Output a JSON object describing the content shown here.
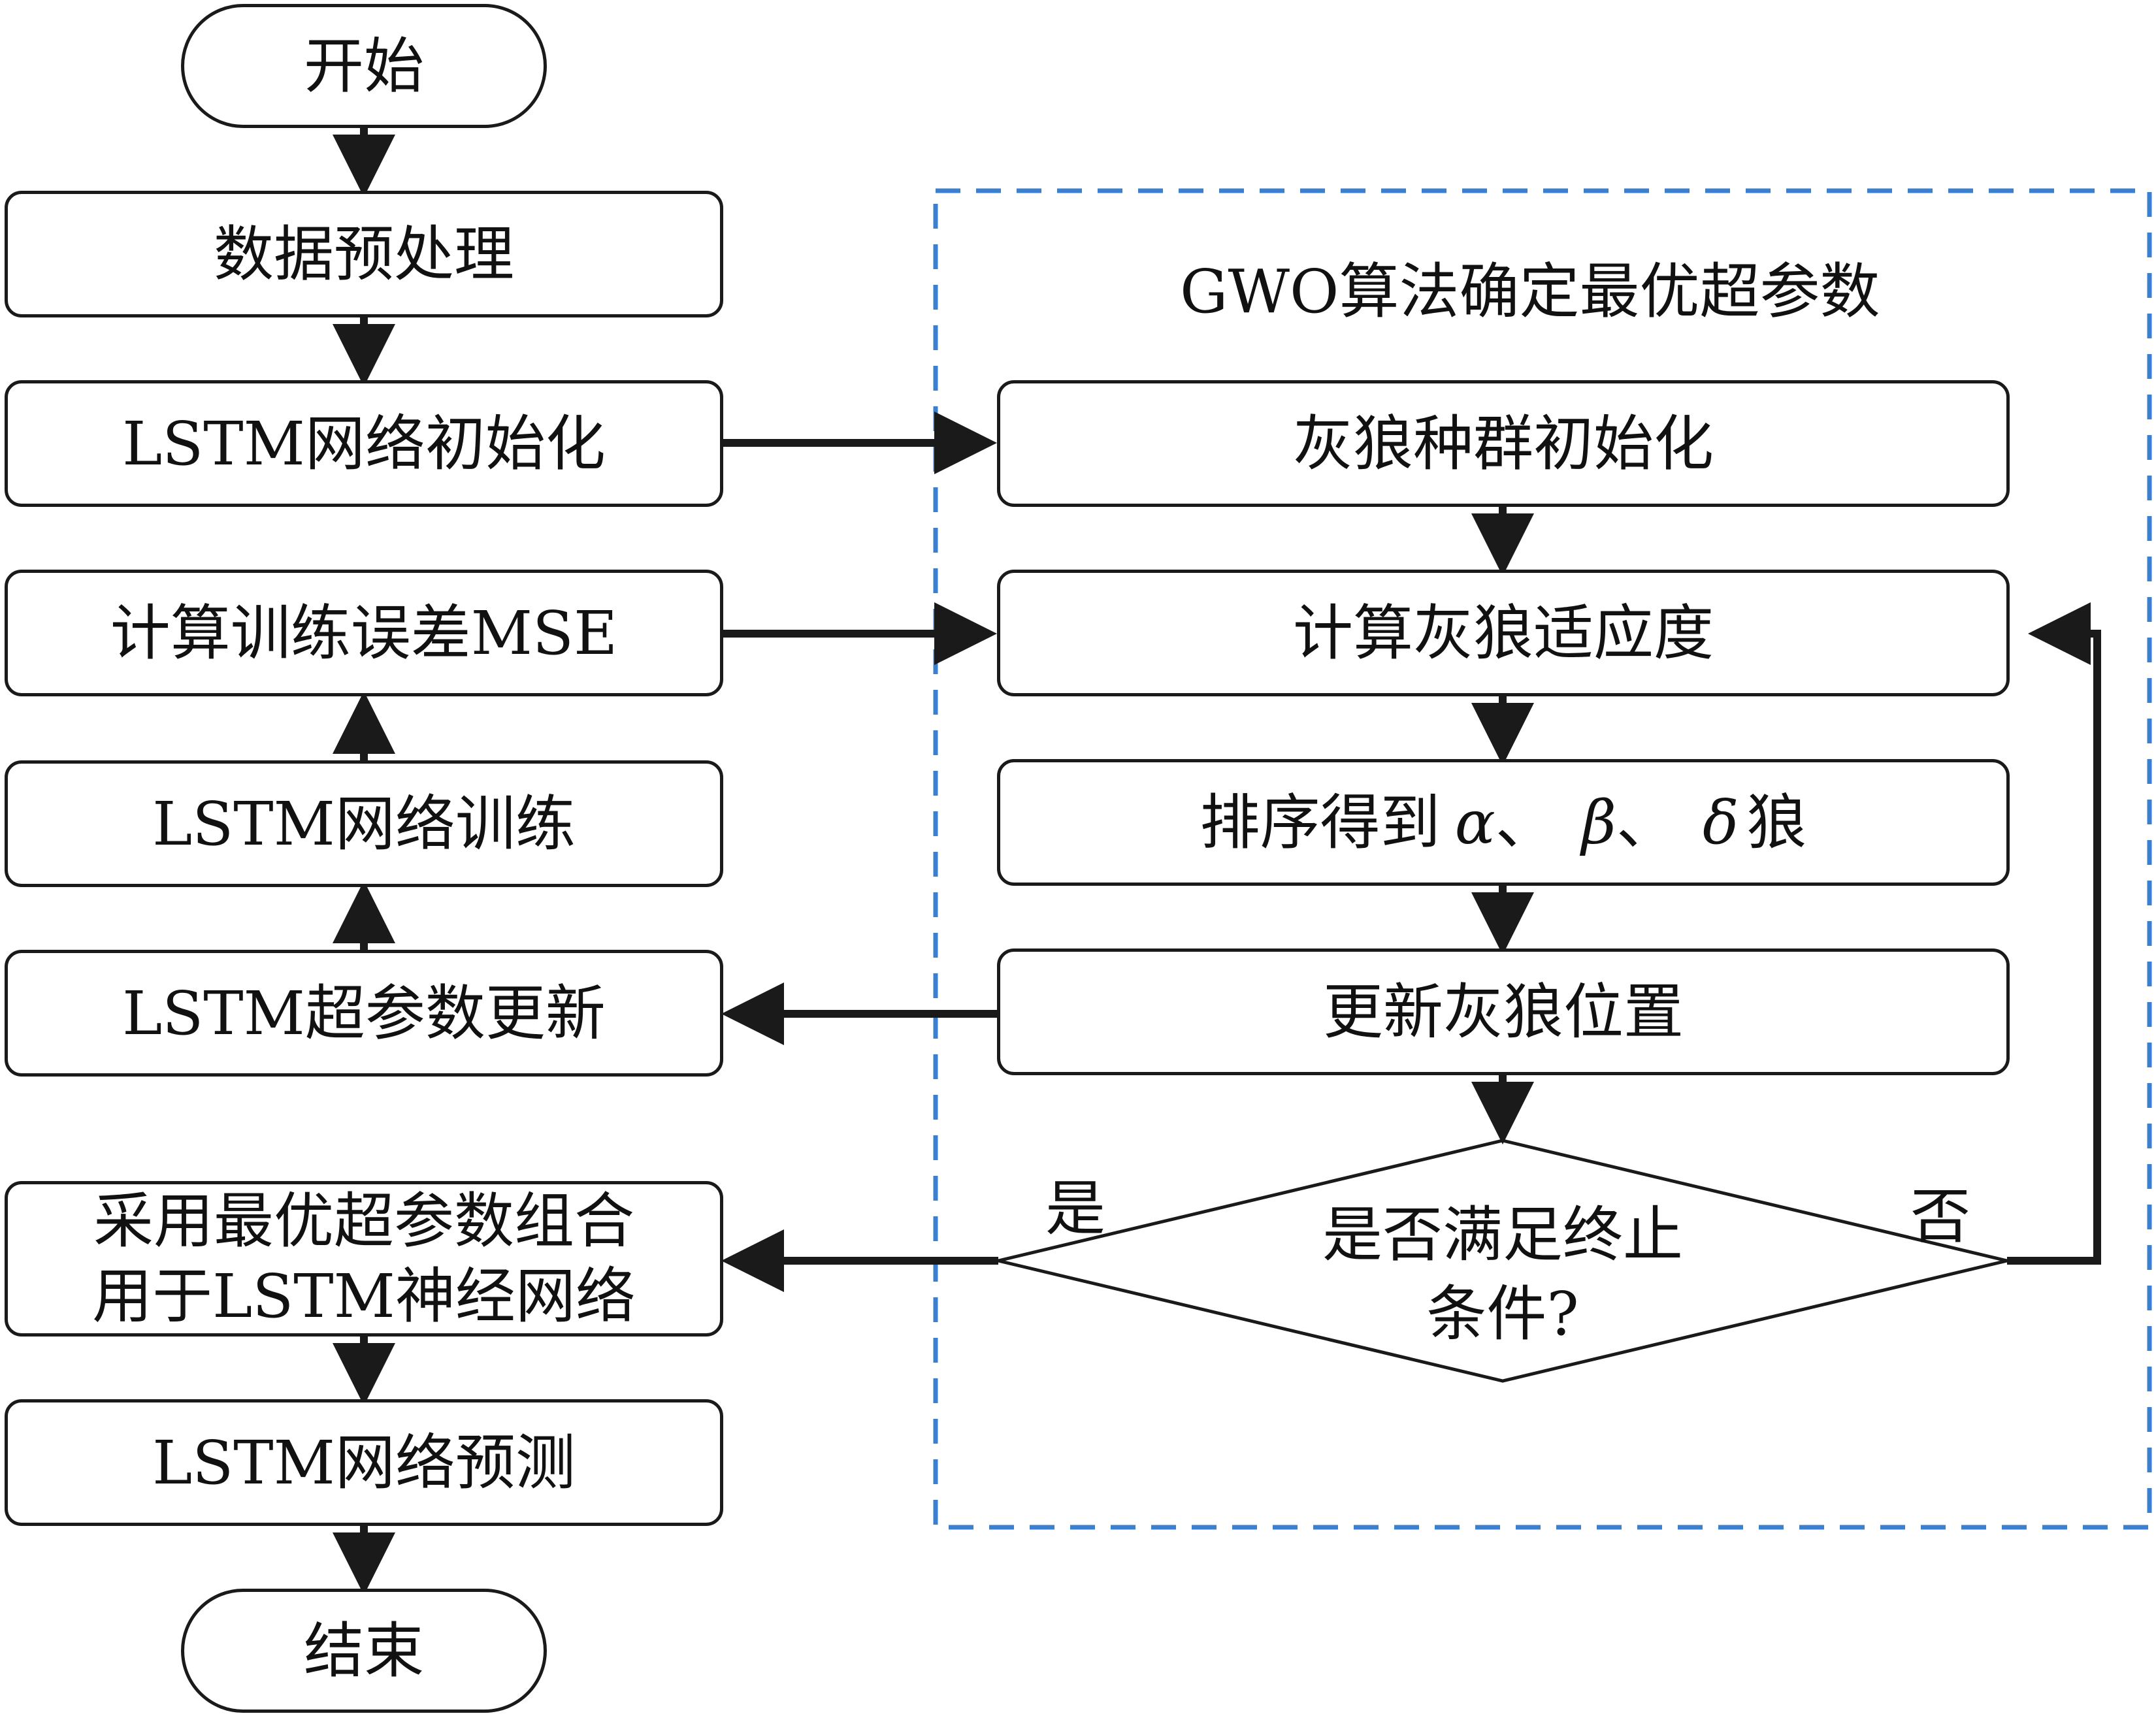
{
  "flow": {
    "start": "开始",
    "preprocess": "数据预处理",
    "lstm_init": "LSTM网络初始化",
    "calc_mse": "计算训练误差MSE",
    "lstm_train": "LSTM网络训练",
    "lstm_update": "LSTM超参数更新",
    "apply_line1": "采用最优超参数组合",
    "apply_line2": "用于LSTM神经网络",
    "lstm_predict": "LSTM网络预测",
    "end": "结束"
  },
  "gwo": {
    "title": "GWO算法确定最优超参数",
    "init": "灰狼种群初始化",
    "fitness": "计算灰狼适应度",
    "sort_prefix": "排序得到",
    "alpha": "α",
    "beta": "β",
    "delta": "δ",
    "separator": "、",
    "sort_suffix": "狼",
    "update_pos": "更新灰狼位置",
    "condition_line1": "是否满足终止",
    "condition_line2": "条件?",
    "yes": "是",
    "no": "否"
  },
  "colors": {
    "dashed_border": "#3a7fd0",
    "stroke": "#1a1a1a"
  }
}
